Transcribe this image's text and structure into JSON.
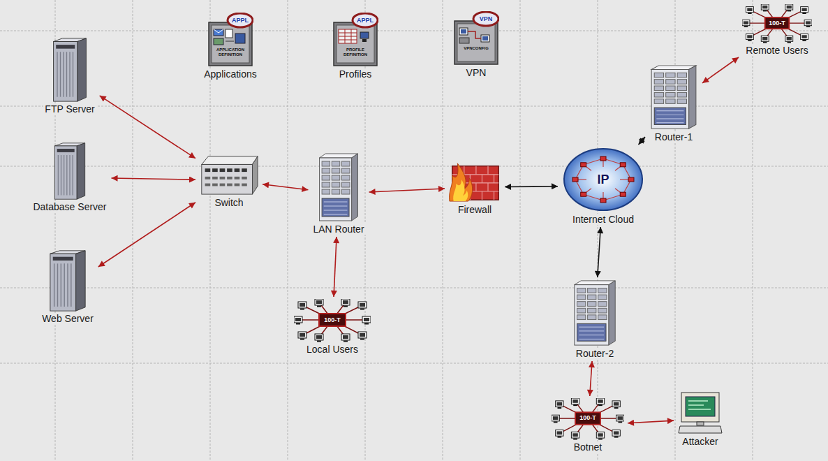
{
  "diagram": {
    "nodes": [
      {
        "text": [
          "APPL",
          "APPLICATION DEFINITION",
          "Applications"
        ]
      },
      {
        "text": [
          "APPL",
          "PROFILE DEFINITION",
          "Profiles"
        ]
      },
      {
        "text": [
          "VPN",
          "VPNCONFIG",
          "VPN"
        ]
      },
      {
        "text": [
          "100-T",
          "Remote Users"
        ]
      },
      {
        "text": [
          "FTP Server"
        ]
      },
      {
        "text": [
          "Router-1"
        ]
      },
      {
        "text": [
          "Database Server"
        ]
      },
      {
        "text": [
          "Switch"
        ]
      },
      {
        "text": [
          "LAN Router"
        ]
      },
      {
        "text": [
          "Firewall"
        ]
      },
      {
        "text": [
          "IP",
          "Internet Cloud"
        ]
      },
      {
        "text": [
          "Web Server"
        ]
      },
      {
        "text": [
          "Router-2"
        ]
      },
      {
        "text": [
          "100-T",
          "Local Users"
        ]
      },
      {
        "text": [
          "100-T",
          "Botnet"
        ]
      },
      {
        "text": [
          "Attacker"
        ]
      }
    ],
    "edges": [
      {
        "from": 4,
        "to": 7,
        "arrow": "both"
      },
      {
        "from": 6,
        "to": 7,
        "arrow": "both"
      },
      {
        "from": 11,
        "to": 7,
        "arrow": "both"
      },
      {
        "from": 7,
        "to": 8,
        "arrow": "both"
      },
      {
        "from": 8,
        "to": 13,
        "arrow": "both"
      },
      {
        "from": 8,
        "to": 9,
        "arrow": "both"
      },
      {
        "from": 9,
        "to": 10,
        "arrow": "both"
      },
      {
        "from": 10,
        "to": 5,
        "arrow": "both"
      },
      {
        "from": 5,
        "to": 3,
        "arrow": "both"
      },
      {
        "from": 10,
        "to": 12,
        "arrow": "both"
      },
      {
        "from": 12,
        "to": 14,
        "arrow": "both"
      },
      {
        "from": 14,
        "to": 15,
        "arrow": "both"
      }
    ]
  }
}
